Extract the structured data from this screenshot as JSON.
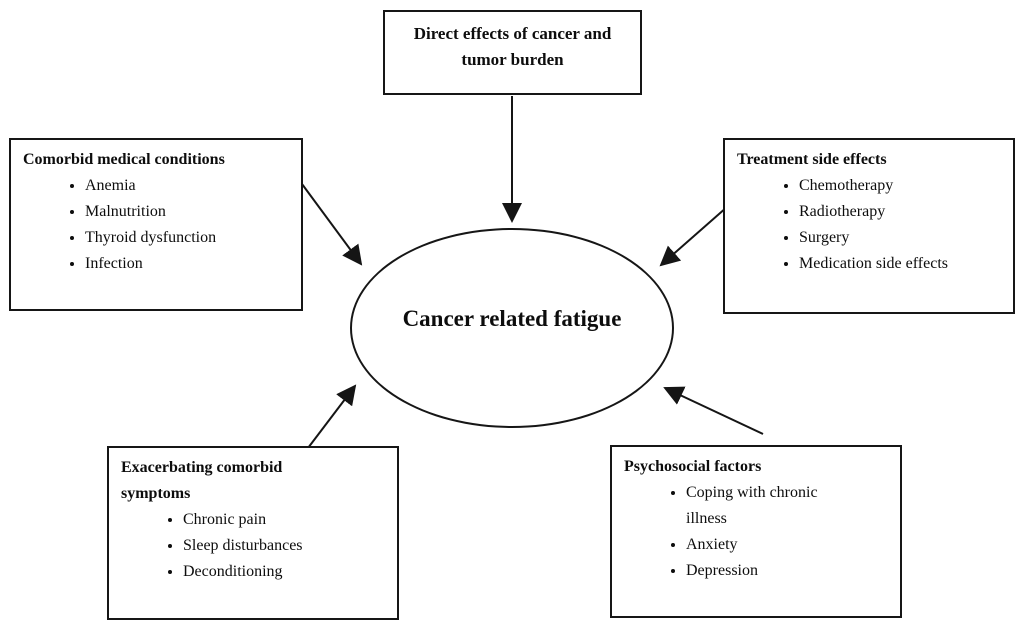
{
  "diagram": {
    "center": {
      "label": "Cancer related fatigue"
    },
    "boxes": [
      {
        "id": "direct-effects",
        "position": "top",
        "title": "Direct effects of cancer and tumor burden",
        "items": []
      },
      {
        "id": "comorbid-medical-conditions",
        "position": "left",
        "title": "Comorbid medical conditions",
        "items": [
          "Anemia",
          "Malnutrition",
          "Thyroid dysfunction",
          "Infection"
        ]
      },
      {
        "id": "treatment-side-effects",
        "position": "right",
        "title": "Treatment side effects",
        "items": [
          "Chemotherapy",
          "Radiotherapy",
          "Surgery",
          "Medication side effects"
        ]
      },
      {
        "id": "exacerbating-comorbid-symptoms",
        "position": "bottom-left",
        "title": "Exacerbating comorbid symptoms",
        "items": [
          "Chronic pain",
          "Sleep disturbances",
          "Deconditioning"
        ]
      },
      {
        "id": "psychosocial-factors",
        "position": "bottom-right",
        "title": "Psychosocial factors",
        "items": [
          "Coping with chronic illness",
          "Anxiety",
          "Depression"
        ]
      }
    ],
    "connections": [
      {
        "from": "direct-effects",
        "to": "center"
      },
      {
        "from": "comorbid-medical-conditions",
        "to": "center"
      },
      {
        "from": "treatment-side-effects",
        "to": "center"
      },
      {
        "from": "exacerbating-comorbid-symptoms",
        "to": "center"
      },
      {
        "from": "psychosocial-factors",
        "to": "center"
      }
    ],
    "colors": {
      "stroke": "#151515",
      "background": "#ffffff",
      "text": "#0d0d0d"
    }
  }
}
